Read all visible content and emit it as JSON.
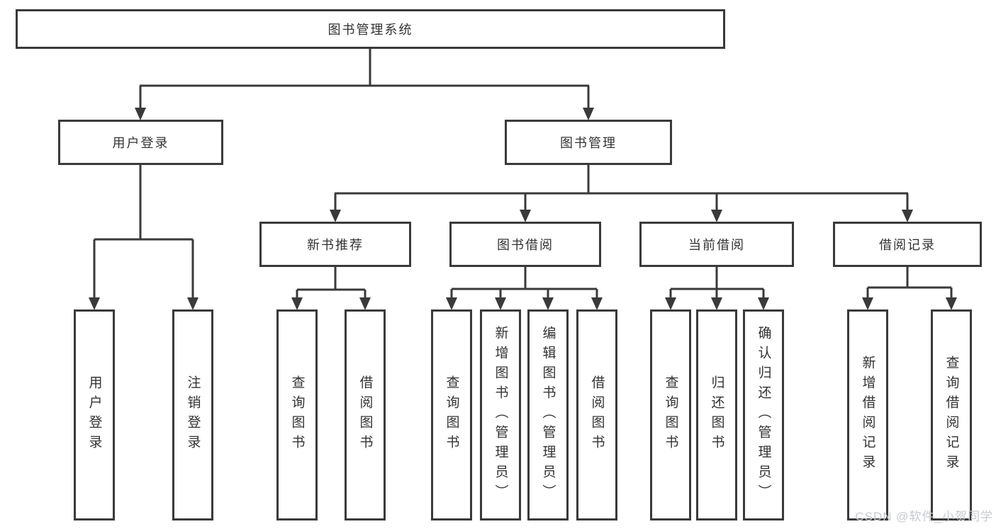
{
  "root": {
    "label": "图书管理系统",
    "children": [
      {
        "label": "用户登录",
        "children": [
          {
            "label": "用户登录"
          },
          {
            "label": "注销登录"
          }
        ]
      },
      {
        "label": "图书管理",
        "children": [
          {
            "label": "新书推荐",
            "children": [
              {
                "label": "查询图书"
              },
              {
                "label": "借阅图书"
              }
            ]
          },
          {
            "label": "图书借阅",
            "children": [
              {
                "label": "查询图书"
              },
              {
                "label": "新增图书（管理员）"
              },
              {
                "label": "编辑图书（管理员）"
              },
              {
                "label": "借阅图书"
              }
            ]
          },
          {
            "label": "当前借阅",
            "children": [
              {
                "label": "查询图书"
              },
              {
                "label": "归还图书"
              },
              {
                "label": "确认归还（管理员）"
              }
            ]
          },
          {
            "label": "借阅记录",
            "children": [
              {
                "label": "新增借阅记录"
              },
              {
                "label": "查询借阅记录"
              }
            ]
          }
        ]
      }
    ]
  },
  "watermark": "CSDN @软件_小贺同学",
  "colors": {
    "line": "#3a3a3a",
    "text": "#333333",
    "watermark": "#c7cad0",
    "background": "#ffffff"
  }
}
